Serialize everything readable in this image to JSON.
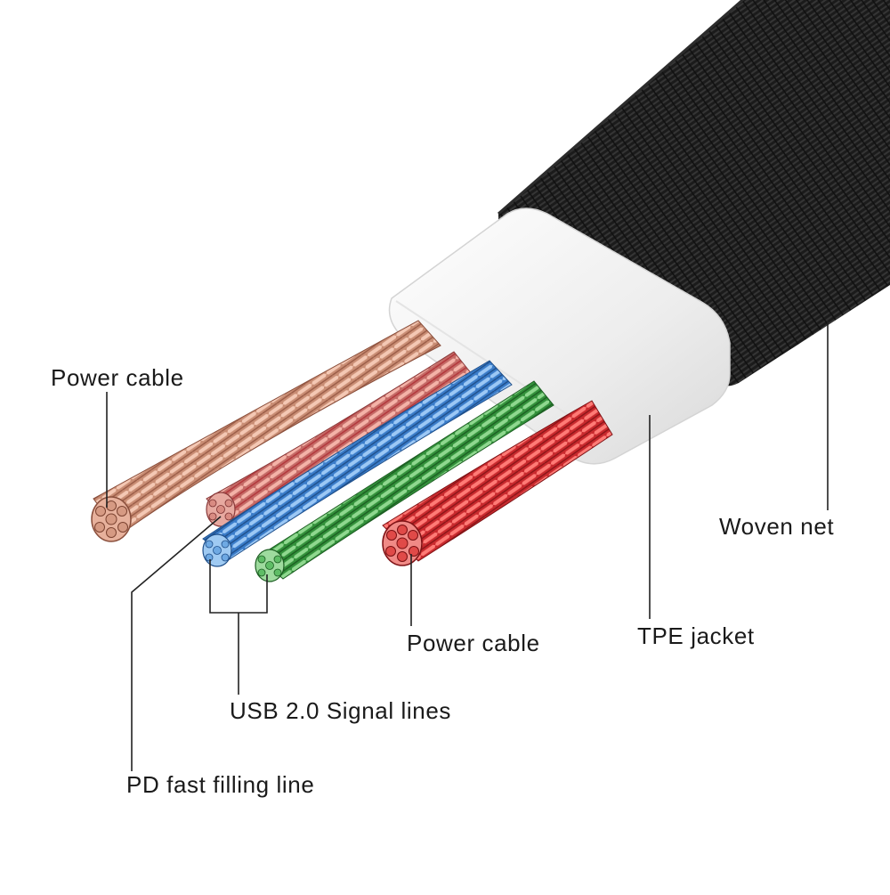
{
  "labels": {
    "power_cable_left": "Power cable",
    "woven_net": "Woven net",
    "power_cable_right": "Power cable",
    "tpe_jacket": "TPE jacket",
    "usb_signal_lines": "USB 2.0 Signal lines",
    "pd_line": "PD fast filling line"
  },
  "colors": {
    "background": "#ffffff",
    "woven_net": "#1b1b1b",
    "tpe_jacket": "#f2f2f2",
    "copper_strand": "#d89a82",
    "red_strand": "#e0393a",
    "blue_strand": "#4a8fd8",
    "green_strand": "#3fa046",
    "leader_line": "#222222"
  }
}
